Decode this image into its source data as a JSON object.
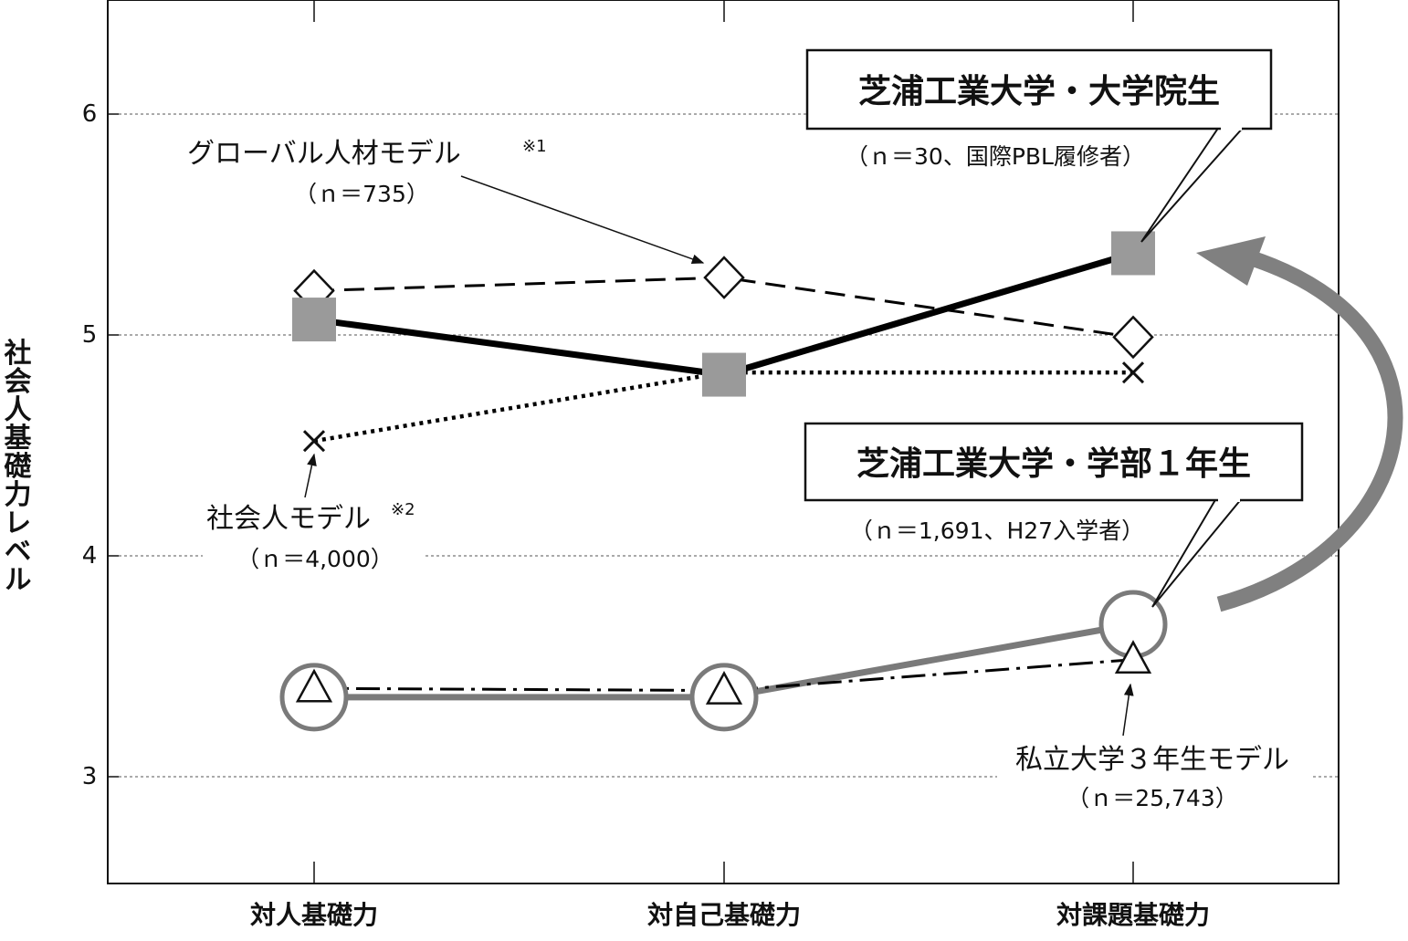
{
  "chart_data": {
    "type": "line",
    "title": "",
    "xlabel": "",
    "ylabel": "社会人基礎力レベル",
    "ylim": [
      2.5,
      6.5
    ],
    "yticks": [
      3,
      4,
      5,
      6
    ],
    "grid": "horizontal dashed",
    "categories": [
      "対人基礎力",
      "対自己基礎力",
      "対課題基礎力"
    ],
    "series": [
      {
        "name": "グローバル人材モデル",
        "note": "※1",
        "n_label": "（ｎ＝735）",
        "values": [
          5.2,
          5.26,
          4.99
        ],
        "marker": "diamond",
        "line": "dashed",
        "color": "#000000"
      },
      {
        "name": "芝浦工業大学・大学院生",
        "n_label": "（ｎ＝30、国際PBL履修者）",
        "values": [
          5.07,
          4.82,
          5.37
        ],
        "marker": "square",
        "line": "solid",
        "color": "#000000",
        "marker_color": "#9a9a9a"
      },
      {
        "name": "社会人モデル",
        "note": "※2",
        "n_label": "（ｎ＝4,000）",
        "values": [
          4.52,
          4.83,
          4.83
        ],
        "marker": "x",
        "line": "dotted",
        "color": "#000000"
      },
      {
        "name": "芝浦工業大学・学部１年生",
        "n_label": "（ｎ＝1,691、H27入学者）",
        "values": [
          3.36,
          3.36,
          3.69
        ],
        "marker": "circle",
        "line": "solid",
        "color": "#7a7a7a"
      },
      {
        "name": "私立大学３年生モデル",
        "n_label": "（ｎ＝25,743）",
        "values": [
          3.4,
          3.39,
          3.53
        ],
        "marker": "triangle",
        "line": "dashdot",
        "color": "#000000"
      }
    ]
  }
}
